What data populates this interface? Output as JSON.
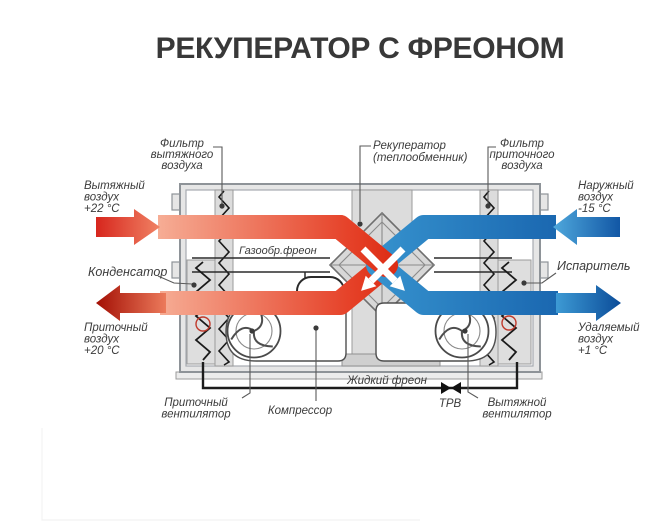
{
  "title": "РЕКУПЕРАТОР С ФРЕОНОМ",
  "colors": {
    "hot_flow": "#e02c17",
    "cold_flow": "#1f6fb8",
    "condenser_label": "#c4402f",
    "evaporator_label": "#38b3d8",
    "label_text": "#3c3c3c"
  },
  "component_labels": {
    "filter_exhaust": [
      "Фильтр",
      "вытяжного",
      "воздуха"
    ],
    "recuperator": [
      "Рекуператор",
      "(теплообменник)"
    ],
    "filter_supply": [
      "Фильтр",
      "приточного",
      "воздуха"
    ],
    "condenser": "Конденсатор",
    "evaporator": "Испаритель",
    "gas_freon": "Газообр.фреон",
    "liquid_freon": "Жидкий фреон",
    "txv": "ТРВ",
    "supply_fan": [
      "Приточный",
      "вентилятор"
    ],
    "compressor": "Компрессор",
    "exhaust_fan": [
      "Вытяжной",
      "вентилятор"
    ]
  },
  "air_flows": {
    "extract_in": {
      "lines": [
        "Вытяжный",
        "воздух",
        "+22 °C"
      ],
      "direction": "right",
      "temperature": "+22 °C",
      "color": "hot"
    },
    "supply_out": {
      "lines": [
        "Приточный",
        "воздух",
        "+20 °C"
      ],
      "direction": "left",
      "temperature": "+20 °C",
      "color": "hot"
    },
    "outdoor_in": {
      "lines": [
        "Наружный",
        "воздух",
        "-15 °C"
      ],
      "direction": "left",
      "temperature": "-15 °C",
      "color": "cold"
    },
    "exhaust_out": {
      "lines": [
        "Удаляемый",
        "воздух",
        "+1 °C"
      ],
      "direction": "right",
      "temperature": "+1 °C",
      "color": "cold"
    }
  }
}
